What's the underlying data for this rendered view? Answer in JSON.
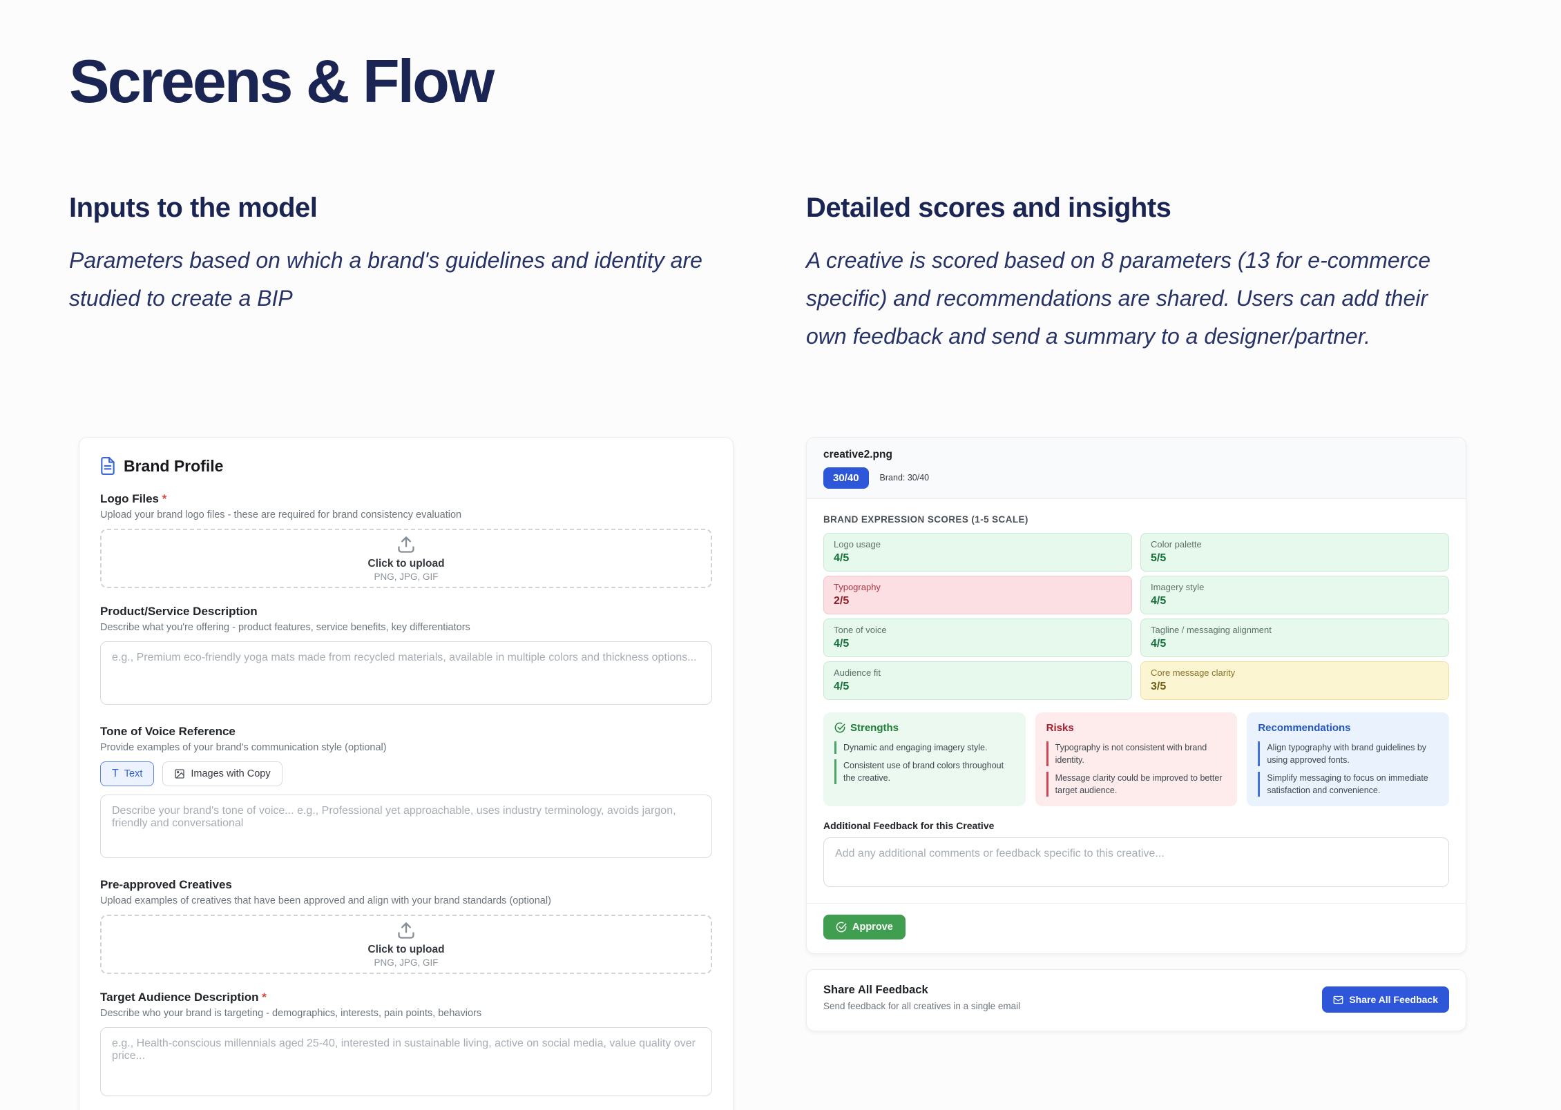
{
  "page": {
    "title": "Screens & Flow"
  },
  "left": {
    "heading": "Inputs to the model",
    "description": "Parameters based on which a brand's guidelines and identity are studied to create a BIP"
  },
  "right": {
    "heading": "Detailed scores and insights",
    "description": "A creative is scored based on 8 parameters (13 for e-commerce specific) and recommendations are shared. Users can add their own feedback and send a summary to a designer/partner."
  },
  "brand_profile": {
    "card_title": "Brand Profile",
    "logo_files": {
      "label": "Logo Files",
      "required": "*",
      "hint": "Upload your brand logo files - these are required for brand consistency evaluation",
      "upload_text": "Click to upload",
      "upload_formats": "PNG, JPG, GIF"
    },
    "product_description": {
      "label": "Product/Service Description",
      "hint": "Describe what you're offering - product features, service benefits, key differentiators",
      "placeholder": "e.g., Premium eco-friendly yoga mats made from recycled materials, available in multiple colors and thickness options..."
    },
    "tone_of_voice": {
      "label": "Tone of Voice Reference",
      "hint": "Provide examples of your brand's communication style (optional)",
      "text_glyph": "T",
      "text_tab": "Text",
      "images_tab": "Images with Copy",
      "placeholder": "Describe your brand's tone of voice... e.g., Professional yet approachable, uses industry terminology, avoids jargon, friendly and conversational"
    },
    "pre_approved": {
      "label": "Pre-approved Creatives",
      "hint": "Upload examples of creatives that have been approved and align with your brand standards (optional)",
      "upload_text": "Click to upload",
      "upload_formats": "PNG, JPG, GIF"
    },
    "target_audience": {
      "label": "Target Audience Description",
      "required": "*",
      "hint": "Describe who your brand is targeting - demographics, interests, pain points, behaviors",
      "placeholder": "e.g., Health-conscious millennials aged 25-40, interested in sustainable living, active on social media, value quality over price..."
    }
  },
  "creative_review": {
    "filename": "creative2.png",
    "score_badge": "30/40",
    "brand_score": "Brand: 30/40",
    "scores_heading": "BRAND EXPRESSION SCORES (1-5 SCALE)",
    "scores": [
      {
        "label": "Logo usage",
        "value": "4/5",
        "status": "good"
      },
      {
        "label": "Color palette",
        "value": "5/5",
        "status": "good"
      },
      {
        "label": "Typography",
        "value": "2/5",
        "status": "bad"
      },
      {
        "label": "Imagery style",
        "value": "4/5",
        "status": "good"
      },
      {
        "label": "Tone of voice",
        "value": "4/5",
        "status": "good"
      },
      {
        "label": "Tagline / messaging alignment",
        "value": "4/5",
        "status": "good"
      },
      {
        "label": "Audience fit",
        "value": "4/5",
        "status": "good"
      },
      {
        "label": "Core message clarity",
        "value": "3/5",
        "status": "warn"
      }
    ],
    "strengths": {
      "title": "Strengths",
      "items": [
        "Dynamic and engaging imagery style.",
        "Consistent use of brand colors throughout the creative."
      ]
    },
    "risks": {
      "title": "Risks",
      "items": [
        "Typography is not consistent with brand identity.",
        "Message clarity could be improved to better target audience."
      ]
    },
    "recommendations": {
      "title": "Recommendations",
      "items": [
        "Align typography with brand guidelines by using approved fonts.",
        "Simplify messaging to focus on immediate satisfaction and convenience."
      ]
    },
    "feedback": {
      "label": "Additional Feedback for this Creative",
      "placeholder": "Add any additional comments or feedback specific to this creative..."
    },
    "approve_label": "Approve"
  },
  "share": {
    "title": "Share All Feedback",
    "subtitle": "Send feedback for all creatives in a single email",
    "button_label": "Share All Feedback"
  },
  "colors": {
    "heading_navy": "#1b2553",
    "badge_blue": "#2e56d9",
    "approve_green": "#3f9e4f",
    "tile_good_bg": "#e7f8ec",
    "tile_bad_bg": "#fbdfe3",
    "tile_warn_bg": "#fcf5d2",
    "strengths_green": "#1e7e34",
    "risks_red": "#a71d2a",
    "recommendations_blue": "#2355c7"
  }
}
